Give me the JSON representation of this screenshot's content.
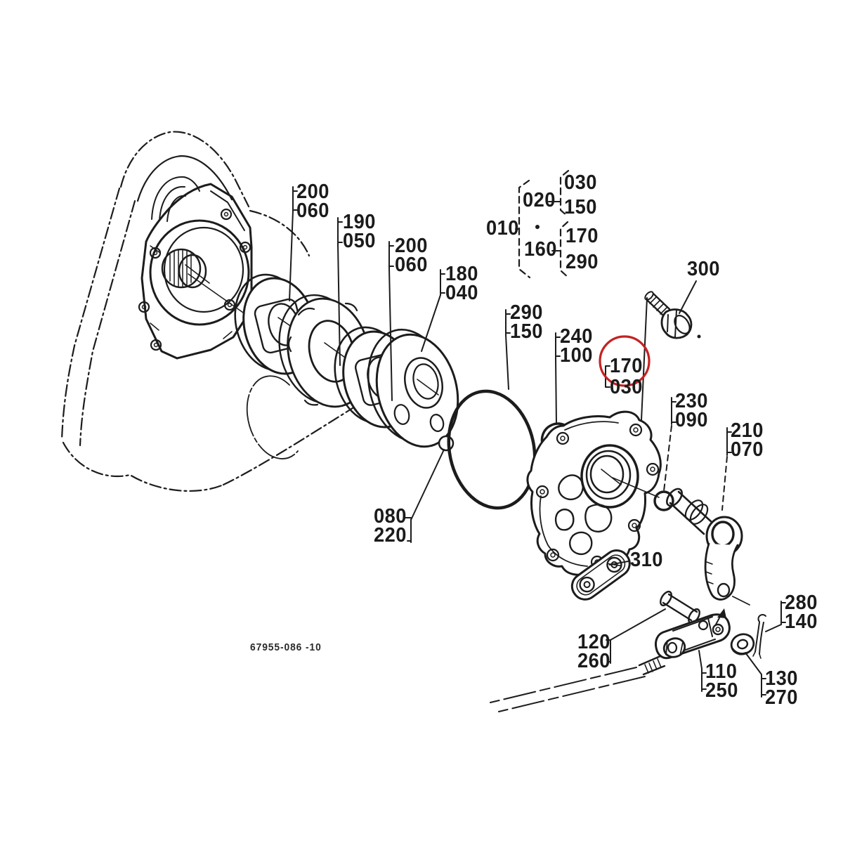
{
  "document": {
    "type": "exploded-parts-diagram",
    "drawing_number": "67955-086 -10",
    "subject": "hydraulic pump assembly exploded view"
  },
  "colors": {
    "ink": "#1c1c1c",
    "paper": "#ffffff",
    "highlight_red": "#c42222"
  },
  "highlight": {
    "circled_ref": "170",
    "shape": "red-circle"
  },
  "callouts": [
    {
      "name": "plate-first",
      "lines": [
        "200",
        "060"
      ]
    },
    {
      "name": "cam-plate",
      "lines": [
        "190",
        "050"
      ]
    },
    {
      "name": "plate-second",
      "lines": [
        "200",
        "060"
      ]
    },
    {
      "name": "rotor",
      "lines": [
        "180",
        "040"
      ]
    },
    {
      "name": "assembly",
      "lines": [
        "010"
      ]
    },
    {
      "name": "sub-assembly-top",
      "lines": [
        "020"
      ]
    },
    {
      "name": "sub-assembly-bottom",
      "lines": [
        "160"
      ]
    },
    {
      "name": "group-upper",
      "lines": [
        "030",
        "150"
      ]
    },
    {
      "name": "group-lower",
      "lines": [
        "170",
        "290"
      ]
    },
    {
      "name": "o-ring-large",
      "lines": [
        "290",
        "150"
      ]
    },
    {
      "name": "snap-ring",
      "lines": [
        "240",
        "100"
      ]
    },
    {
      "name": "cover-circled",
      "lines": [
        "170",
        "030"
      ]
    },
    {
      "name": "bolt",
      "lines": [
        "300"
      ]
    },
    {
      "name": "o-ring-small",
      "lines": [
        "230",
        "090"
      ]
    },
    {
      "name": "shaft",
      "lines": [
        "210",
        "070"
      ]
    },
    {
      "name": "ball",
      "lines": [
        "080",
        "220"
      ]
    },
    {
      "name": "joint-plate",
      "lines": [
        "310"
      ]
    },
    {
      "name": "cotter-pin",
      "lines": [
        "280",
        "140"
      ]
    },
    {
      "name": "clevis-pin",
      "lines": [
        "120",
        "260"
      ]
    },
    {
      "name": "clevis",
      "lines": [
        "110",
        "250"
      ]
    },
    {
      "name": "washer",
      "lines": [
        "130",
        "270"
      ]
    }
  ]
}
